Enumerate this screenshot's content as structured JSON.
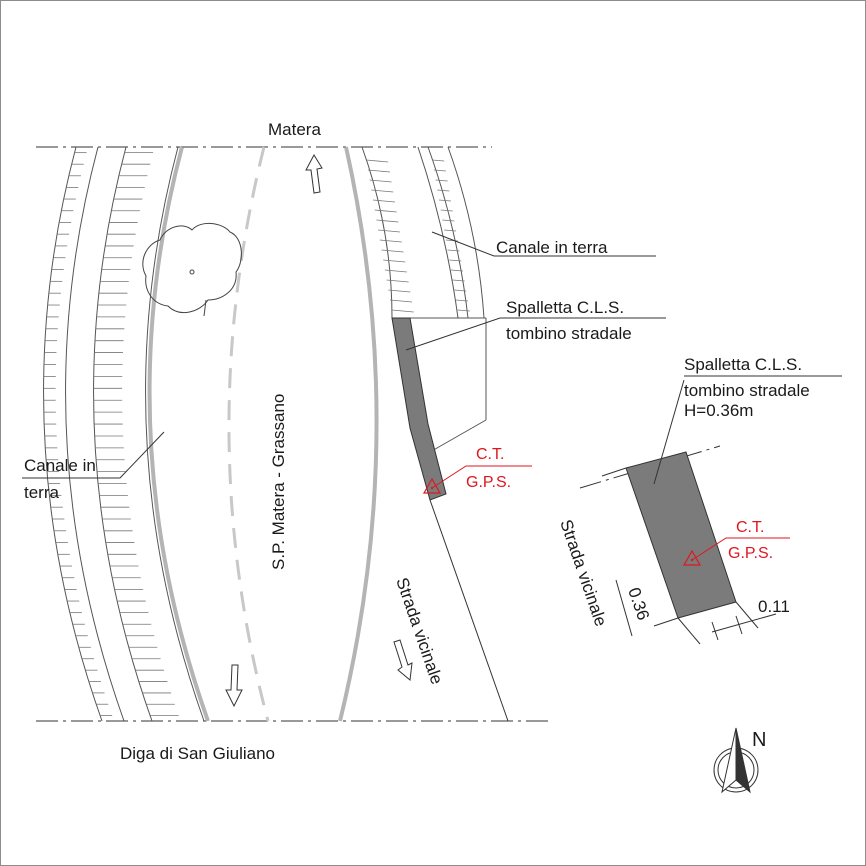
{
  "drawing": {
    "labels": {
      "top_direction": "Matera",
      "bottom_direction": "Diga di San Giuliano",
      "road_name": "S.P. Matera - Grassano",
      "side_road": "Strada vicinale",
      "canal_right": "Canale in terra",
      "canal_left_line1": "Canale in",
      "canal_left_line2": "terra",
      "wall_line1": "Spalletta C.L.S.",
      "wall_line2": "tombino stradale"
    },
    "gps_marker": {
      "line1": "C.T.",
      "line2": "G.P.S."
    }
  },
  "detail": {
    "wall_line1": "Spalletta C.L.S.",
    "wall_line2": "tombino stradale",
    "height_label": "H=0.36m",
    "side_road": "Strada vicinale",
    "gps_line1": "C.T.",
    "gps_line2": "G.P.S.",
    "dim_length": "0.36",
    "dim_width": "0.11"
  },
  "north_arrow": {
    "label": "N"
  },
  "colors": {
    "wall_fill": "#7b7b7b",
    "gps_red": "#e0161e",
    "road_edge": "#b4b4b4",
    "centerline": "#c8c8c8"
  }
}
